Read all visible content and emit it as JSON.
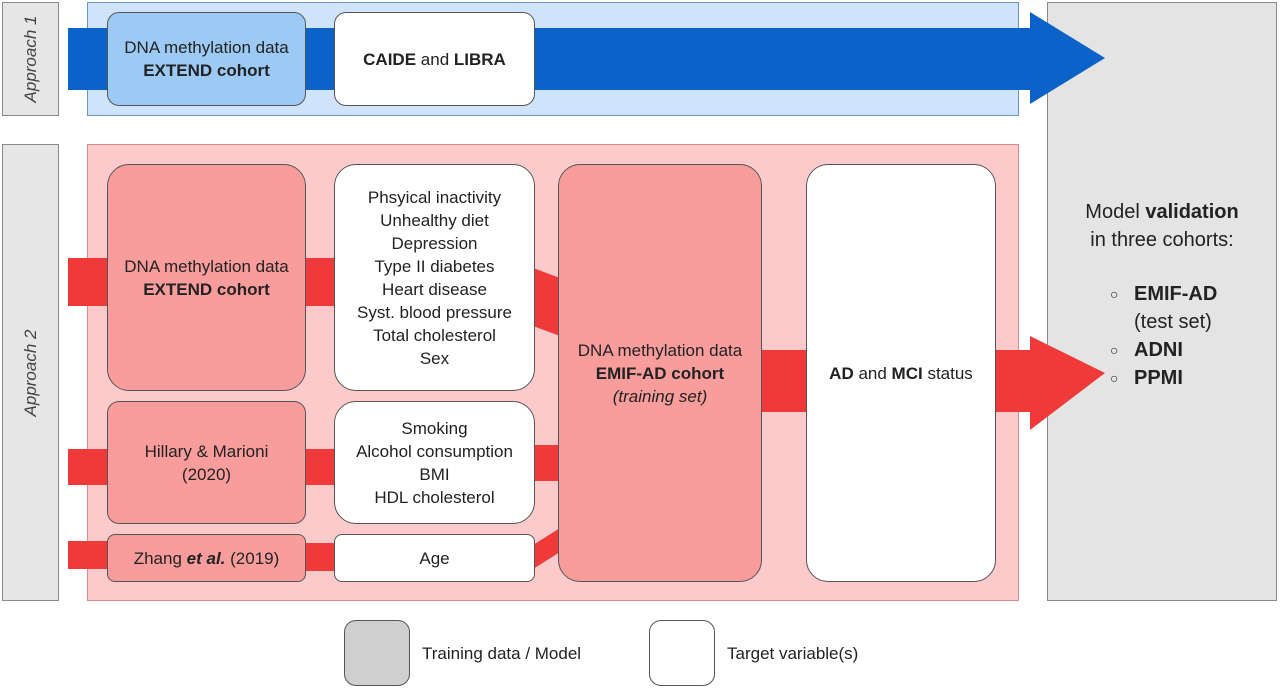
{
  "approach_labels": [
    "Approach 1",
    "Approach 2"
  ],
  "approach1": {
    "source": {
      "line1": "DNA methylation data",
      "line2": "EXTEND cohort"
    },
    "target": {
      "part1": "CAIDE",
      "part2": " and ",
      "part3": "LIBRA"
    }
  },
  "approach2": {
    "source_extend": {
      "line1": "DNA methylation data",
      "line2": "EXTEND cohort"
    },
    "source_hillary": {
      "line1": "Hillary & Marioni",
      "line2": "(2020)"
    },
    "source_zhang": {
      "part1": "Zhang ",
      "part2": "et al.",
      "part3": " (2019)"
    },
    "targets_main": [
      "Phsyical inactivity",
      "Unhealthy diet",
      "Depression",
      "Type II diabetes",
      "Heart disease",
      "Syst. blood pressure",
      "Total cholesterol",
      "Sex"
    ],
    "targets_hillary": [
      "Smoking",
      "Alcohol consumption",
      "BMI",
      "HDL cholesterol"
    ],
    "target_age": "Age",
    "emif": {
      "line1": "DNA methylation data",
      "line2": "EMIF-AD cohort",
      "line3": "(training set)"
    },
    "outcome": {
      "part1": "AD",
      "part2": " and ",
      "part3": "MCI",
      "part4": " status"
    }
  },
  "validation": {
    "title_part1": "Model ",
    "title_part2": "validation",
    "title_line2": "in three cohorts:",
    "cohorts": [
      {
        "name": "EMIF-AD",
        "note": "(test set)"
      },
      {
        "name": "ADNI"
      },
      {
        "name": "PPMI"
      }
    ]
  },
  "legend": {
    "training": "Training data / Model",
    "target": "Target variable(s)"
  },
  "colors": {
    "blue_arrow": "#0b62c8",
    "red_arrow": "#f03a3a",
    "blue_panel": "#cfe4fb",
    "red_panel": "#fccaca",
    "blue_box": "#9ccaf5",
    "red_box": "#f99c9c",
    "grey_panel": "#e4e4e4"
  }
}
